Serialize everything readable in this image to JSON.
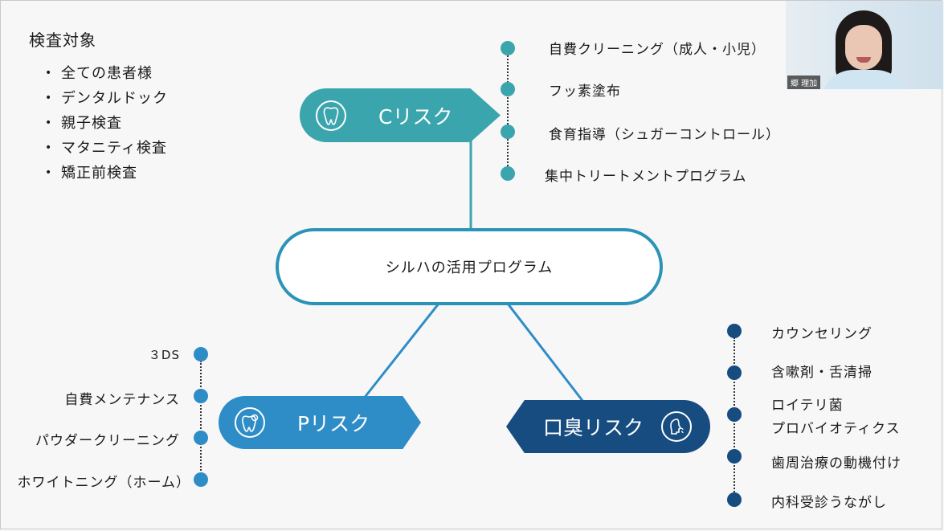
{
  "target": {
    "title": "検査対象",
    "items": [
      "全ての患者様",
      "デンタルドック",
      "親子検査",
      "マタニティ検査",
      "矯正前検査"
    ]
  },
  "video": {
    "participant_name": "郷 理加"
  },
  "program": {
    "label": "シルハの活用プログラム"
  },
  "c_risk": {
    "label": "Cリスク",
    "color": "#3ba5ad",
    "items": [
      "自費クリーニング（成人・小児）",
      "フッ素塗布",
      "食育指導（シュガーコントロール）",
      "集中トリートメントプログラム"
    ]
  },
  "p_risk": {
    "label": "Pリスク",
    "color": "#2e8dc6",
    "items": [
      "３DS",
      "自費メンテナンス",
      "パウダークリーニング",
      "ホワイトニング（ホーム）"
    ]
  },
  "m_risk": {
    "label": "口臭リスク",
    "color": "#164c80",
    "items": [
      "カウンセリング",
      "含嗽剤・舌清掃",
      "ロイテリ菌",
      "プロバイオティクス",
      "歯周治療の動機付け",
      "内科受診うながし"
    ]
  },
  "icons": {
    "c_risk_icon": "tooth-icon",
    "p_risk_icon": "tooth-mirror-icon",
    "m_risk_icon": "breath-face-icon"
  }
}
